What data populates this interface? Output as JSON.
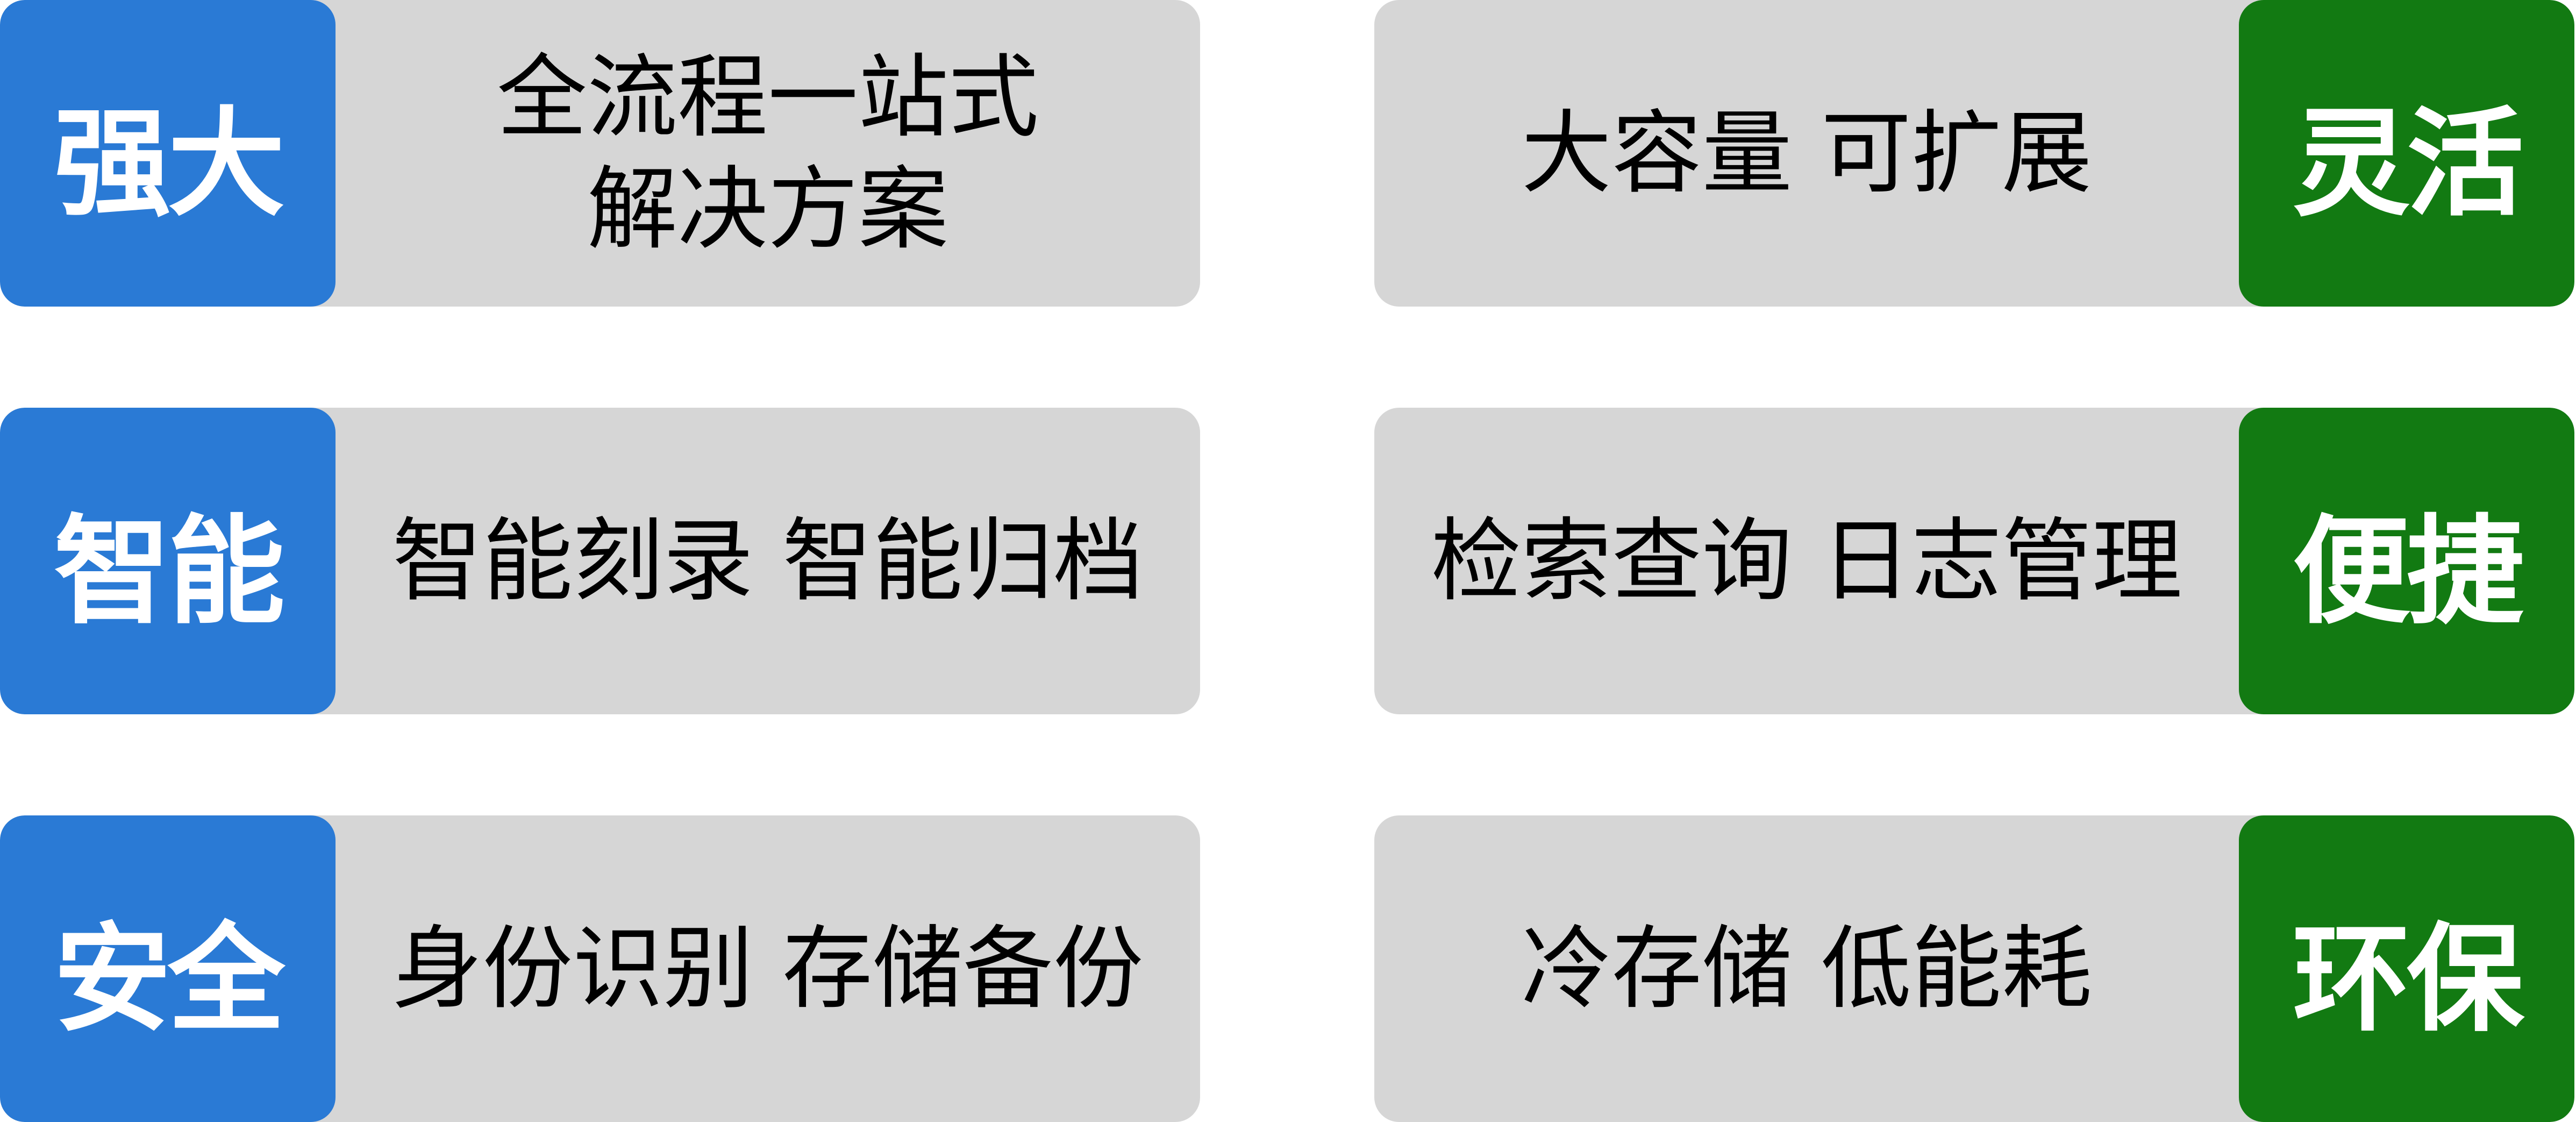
{
  "colors": {
    "left_tag": "#2a7ad5",
    "right_tag": "#127a12",
    "card_bg": "#d6d6d6",
    "page_bg": "#ffffff"
  },
  "left": [
    {
      "tag": "强大",
      "lines": [
        "全流程一站式",
        "解决方案"
      ]
    },
    {
      "tag": "智能",
      "lines": [
        "智能刻录  智能归档"
      ]
    },
    {
      "tag": "安全",
      "lines": [
        "身份识别  存储备份"
      ]
    }
  ],
  "right": [
    {
      "tag": "灵活",
      "lines": [
        "大容量  可扩展"
      ]
    },
    {
      "tag": "便捷",
      "lines": [
        "检索查询  日志管理"
      ]
    },
    {
      "tag": "环保",
      "lines": [
        "冷存储  低能耗"
      ]
    }
  ]
}
